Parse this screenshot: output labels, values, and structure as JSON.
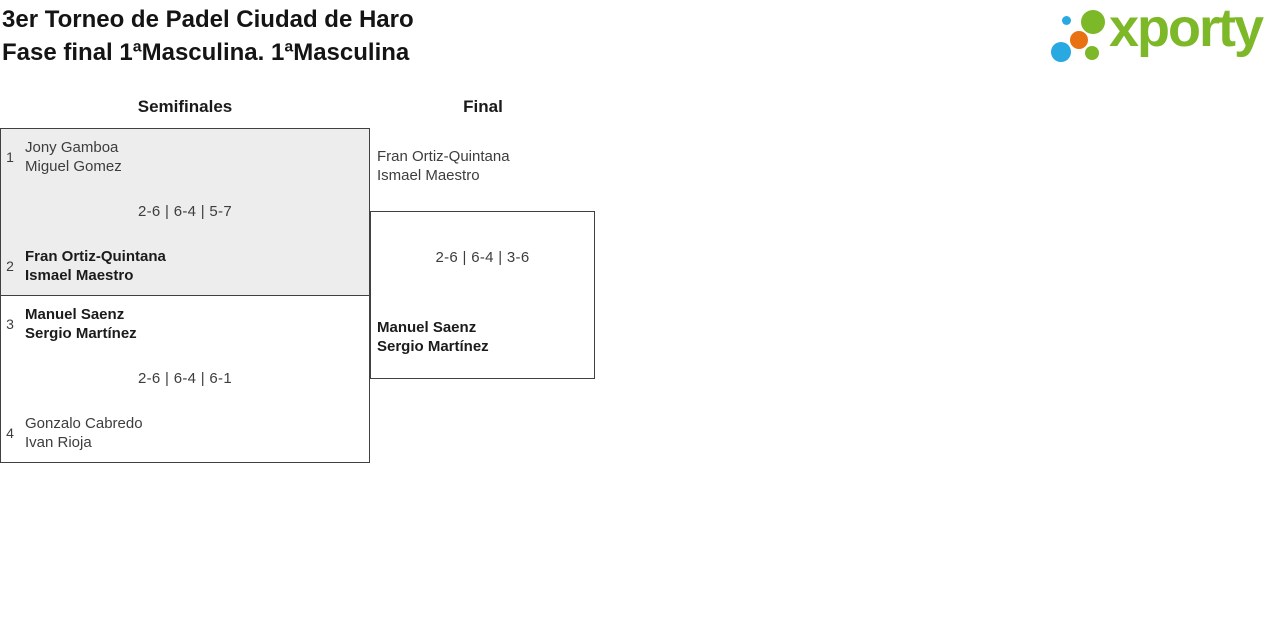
{
  "header": {
    "title": "3er Torneo de Padel Ciudad de Haro",
    "subtitle": "Fase final 1ªMasculina. 1ªMasculina"
  },
  "logo": {
    "wordmark": "xporty",
    "colors": {
      "green": "#7cb827",
      "blue": "#29a9e1",
      "orange": "#e87211"
    }
  },
  "colors": {
    "box_border": "#414141",
    "box_fill_highlight": "#ededed",
    "text": "#3d3d3d"
  },
  "bracket": {
    "rounds": [
      {
        "label": "Semifinales"
      },
      {
        "label": "Final"
      }
    ],
    "semifinals": [
      {
        "seed_top": "1",
        "team_top": [
          "Jony Gamboa",
          "Miguel Gomez"
        ],
        "score": "2-6 | 6-4 | 5-7",
        "seed_bottom": "2",
        "team_bottom": [
          "Fran Ortiz-Quintana",
          "Ismael Maestro"
        ],
        "winner": "bottom"
      },
      {
        "seed_top": "3",
        "team_top": [
          "Manuel Saenz",
          "Sergio Martínez"
        ],
        "score": "2-6 | 6-4 | 6-1",
        "seed_bottom": "4",
        "team_bottom": [
          "Gonzalo Cabredo",
          "Ivan Rioja"
        ],
        "winner": "top"
      }
    ],
    "final": {
      "team_top": [
        "Fran Ortiz-Quintana",
        "Ismael Maestro"
      ],
      "score": "2-6 | 6-4 | 3-6",
      "team_bottom": [
        "Manuel Saenz",
        "Sergio Martínez"
      ],
      "winner": "bottom"
    }
  }
}
